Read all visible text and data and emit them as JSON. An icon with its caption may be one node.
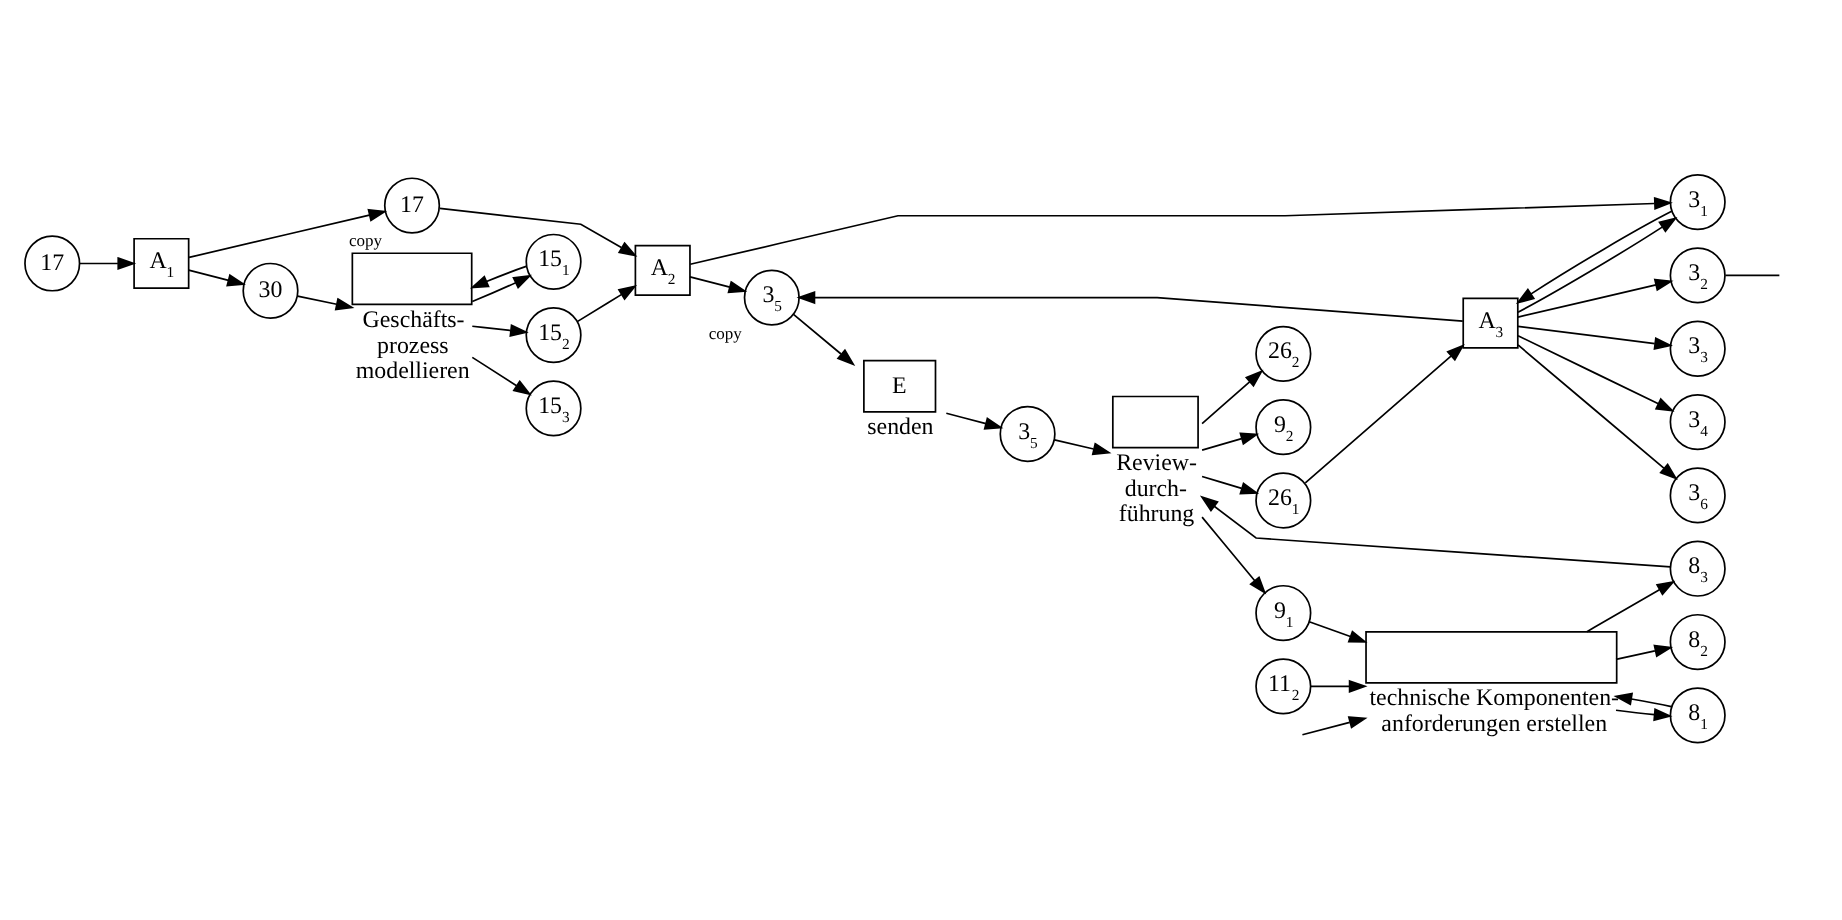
{
  "diagram": {
    "nodes": [
      {
        "text": [
          "17"
        ]
      },
      {
        "text": [
          "A$_{1}$"
        ]
      },
      {
        "text": [
          "17"
        ],
        "beside": [
          "copy"
        ]
      },
      {
        "text": [
          "30"
        ]
      },
      {
        "text": [
          "Geschäfts- prozess modellieren"
        ]
      },
      {
        "text": [
          "15$_{2}$"
        ]
      },
      {
        "text": [
          "15$_{3}$"
        ]
      },
      {
        "text": [
          "15$_{1}$"
        ]
      },
      {
        "text": [
          "A$_{2}$"
        ]
      },
      {
        "text": [
          "3$_{5}$"
        ],
        "beside": [
          "copy"
        ]
      },
      {
        "text": [
          "E",
          "senden"
        ]
      },
      {
        "text": [
          "3$_{5}$"
        ]
      },
      {
        "text": [
          "Review- durch- führung"
        ]
      },
      {
        "text": [
          "26$_{1}$"
        ]
      },
      {
        "text": [
          "26$_{2}$"
        ]
      },
      {
        "text": [
          "9$_{2}$"
        ]
      },
      {
        "text": [
          "9$_{1}$"
        ]
      },
      {
        "text": [
          "11$_{2}$"
        ]
      },
      {
        "text": [
          "8$_{1}$"
        ]
      },
      {
        "text": [
          "technische Komponenten- anforderungen erstellen"
        ]
      },
      {
        "text": [
          "8$_{2}$"
        ]
      },
      {
        "text": [
          "8$_{3}$"
        ]
      },
      {
        "text": [
          "3$_{1}$"
        ]
      },
      {
        "text": [
          "A$_{3}$"
        ]
      },
      {
        "text": [
          "3$_{2}$"
        ]
      },
      {
        "text": [
          "3$_{3}$"
        ]
      },
      {
        "text": [
          "3$_{4}$"
        ]
      },
      {
        "text": [
          "3$_{6}$"
        ]
      }
    ],
    "edges": [
      {
        "from": 0,
        "to": 1,
        "arrow": "to"
      },
      {
        "from": 1,
        "to": 2,
        "arrow": "to"
      },
      {
        "from": 1,
        "to": 3,
        "arrow": "to"
      },
      {
        "from": 3,
        "to": 4,
        "arrow": "to"
      },
      {
        "from": 7,
        "to": 4,
        "arrow": "to"
      },
      {
        "from": 4,
        "to": 5,
        "arrow": "to"
      },
      {
        "from": 4,
        "to": 6,
        "arrow": "to"
      },
      {
        "from": 4,
        "to": 7,
        "arrow": "to"
      },
      {
        "from": 2,
        "to": 8,
        "arrow": "to"
      },
      {
        "from": 5,
        "to": 8,
        "arrow": "to"
      },
      {
        "from": 8,
        "to": 9,
        "arrow": "to"
      },
      {
        "from": 8,
        "to": 22,
        "arrow": "to"
      },
      {
        "from": 9,
        "to": 10,
        "arrow": "to"
      },
      {
        "from": 10,
        "to": 11,
        "arrow": "to"
      },
      {
        "from": 11,
        "to": 12,
        "arrow": "to"
      },
      {
        "from": 21,
        "to": 12,
        "arrow": "to"
      },
      {
        "from": 12,
        "to": 13,
        "arrow": "to"
      },
      {
        "from": 12,
        "to": 14,
        "arrow": "to"
      },
      {
        "from": 12,
        "to": 15,
        "arrow": "to"
      },
      {
        "from": 12,
        "to": 16,
        "arrow": "to"
      },
      {
        "from": 18,
        "to": 19,
        "arrow": "to"
      },
      {
        "from": 17,
        "to": 19,
        "arrow": "to"
      },
      {
        "from": 16,
        "to": 19,
        "arrow": "to"
      },
      {
        "from": null,
        "to": 19,
        "arrow": "to"
      },
      {
        "from": 19,
        "to": 18,
        "arrow": "to"
      },
      {
        "from": 19,
        "to": 20,
        "arrow": "to"
      },
      {
        "from": 19,
        "to": 21,
        "arrow": "to"
      },
      {
        "from": 22,
        "to": 23,
        "arrow": "to"
      },
      {
        "from": 13,
        "to": 23,
        "arrow": "to"
      },
      {
        "from": 23,
        "to": 22,
        "arrow": "to"
      },
      {
        "from": 23,
        "to": 24,
        "arrow": "to"
      },
      {
        "from": 23,
        "to": 25,
        "arrow": "to"
      },
      {
        "from": 23,
        "to": 26,
        "arrow": "to"
      },
      {
        "from": 23,
        "to": 27,
        "arrow": "to"
      },
      {
        "from": 23,
        "to": 9,
        "arrow": "to"
      },
      {
        "from": 24,
        "to": null,
        "arrow": "none"
      }
    ]
  }
}
